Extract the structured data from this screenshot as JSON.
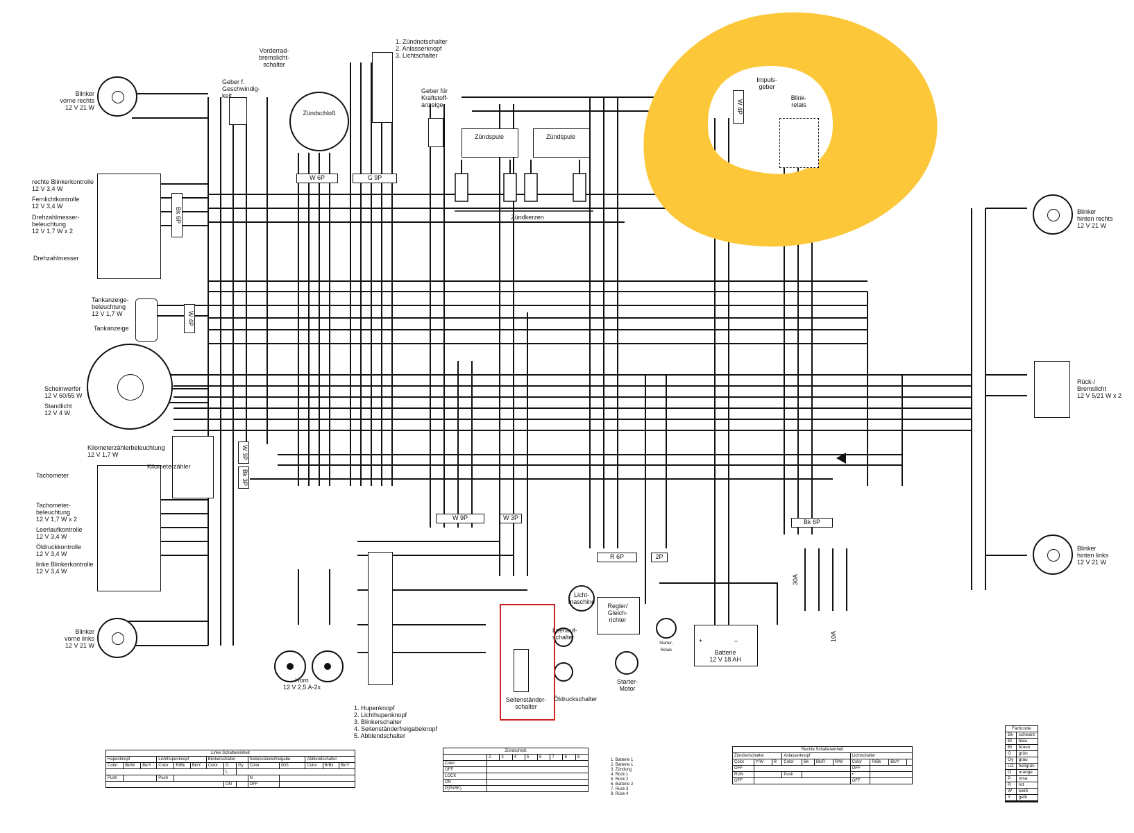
{
  "connectors": {
    "w6p": "W 6P",
    "g9p": "G 9P",
    "w9p": "W 9P",
    "w3p": "W 3P",
    "r6p": "R 6P",
    "p2": "2P",
    "bk6p": "Bk 6P",
    "w4p": "W 4P",
    "bk3p": "Bk 3P"
  },
  "labels": {
    "blinker_front_right": [
      "Blinker",
      "vorne rechts",
      "12 V 21 W"
    ],
    "right_blinker_indicator": [
      "rechte Blinkerkontrolle",
      "12 V 3,4 W"
    ],
    "high_beam_indicator": [
      "Fernlichtkontrolle",
      "12 V 3,4 W"
    ],
    "tach_lighting": [
      "Drehzahlmesser-",
      "beleuchtung",
      "12 V 1,7 W x 2"
    ],
    "tachometer": "Drehzahlmesser",
    "fuel_gauge_lighting": [
      "Tankanzeige-",
      "beleuchtung",
      "12 V 1,7 W"
    ],
    "fuel_gauge": "Tankanzeige",
    "headlight": [
      "Scheinwerfer",
      "12 V 60/55 W"
    ],
    "position_light": [
      "Standlicht",
      "12 V 4 W"
    ],
    "odometer_lighting": [
      "Kilometerzählerbeleuchtung",
      "12 V 1,7 W"
    ],
    "odometer": "Kilometerzähler",
    "speedometer": "Tachometer",
    "speedo_lighting": [
      "Tachometer-",
      "beleuchtung",
      "12 V 1,7 W x 2"
    ],
    "neutral_indicator": [
      "Leerlaufkontrolle",
      "12 V 3,4 W"
    ],
    "oil_indicator": [
      "Öldruckkontrolle",
      "12 V 3,4 W"
    ],
    "left_blinker_indicator": [
      "linke Blinkerkontrolle",
      "12 V 3,4 W"
    ],
    "blinker_front_left": [
      "Blinker",
      "vorne links",
      "12 V 21 W"
    ],
    "speed_sensor": [
      "Geber f.",
      "Geschwindig-",
      "keit"
    ],
    "front_brake_switch": [
      "Vorderrad-",
      "bremslicht-",
      "schalter"
    ],
    "ignition_switch": "Zündschloß",
    "right_switch_legend": [
      "1. Zündnotschalter",
      "2. Anlasserknopf",
      "3. Lichtschalter"
    ],
    "fuel_sender": [
      "Geber für",
      "Kraftstoff-",
      "anzeige"
    ],
    "ignition_coil": "Zündspule",
    "spark_plugs": "Zündkerzen",
    "pulse_generator": [
      "Impuls-",
      "geber"
    ],
    "blinker_relay": [
      "Blink-",
      "relais"
    ],
    "blinker_rear_right": [
      "Blinker",
      "hinten rechts",
      "12 V 21 W"
    ],
    "tail_brake_light": [
      "Rück-/",
      "Bremslicht",
      "12 V 5/21 W x 2"
    ],
    "blinker_rear_left": [
      "Blinker",
      "hinten links",
      "12 V 21 W"
    ],
    "horn": [
      "Horn",
      "12 V 2,5 A-2x"
    ],
    "left_switch_legend": [
      "1. Hupenknopf",
      "2. Lichthupenknopf",
      "3. Blinkerschalter",
      "4. Seitenständerfreigabeknopf",
      "5. Abblendschalter"
    ],
    "side_stand_switch": [
      "Seitenständer-",
      "schalter"
    ],
    "neutral_switch": [
      "Leerlauf-",
      "schalter"
    ],
    "oil_pressure_switch": "Öldruckschalter",
    "alternator": [
      "Licht-",
      "maschine"
    ],
    "regulator": [
      "Regler/",
      "Gleich-",
      "richter"
    ],
    "starter_motor": [
      "Starter-",
      "Motor"
    ],
    "starter_relay": [
      "Starter-",
      "Relais"
    ],
    "battery": [
      "Batterie",
      "12 V 18 AH"
    ],
    "battery_plus": "+",
    "battery_minus": "–",
    "fuse_30a": "30A",
    "fuse_10a": "10A"
  },
  "tables": {
    "left": {
      "title": "Linke Schaltereinheit",
      "groups": [
        "Hupenknopf",
        "Lichthupenknopf",
        "Blinkerschalter",
        "Seitenständerfreigabe",
        "Abblendschalter"
      ],
      "color": "Color",
      "c": [
        "Bk/W",
        "Bk/Y",
        "R/Bk",
        "Bk/Y",
        "G",
        "Gy",
        "G/G",
        "R/Bk",
        "Bk/Y"
      ],
      "r": [
        "L",
        "N",
        "ON",
        "OFF"
      ],
      "push": "Push"
    },
    "ignition": {
      "title": "Zündschloß",
      "cols": [
        "2",
        "3",
        "4",
        "5",
        "6",
        "7",
        "8",
        "8"
      ],
      "rows": [
        "Color",
        "OFF",
        "LOCK",
        "ON",
        "P(PARK)"
      ],
      "legend": [
        "1. Batterie 1",
        "2. Batterie 1",
        "3. Zündung",
        "4. Rück 1",
        "5. Rück 2",
        "6. Batterie 2",
        "7. Rück 3",
        "8. Rück 4"
      ]
    },
    "right": {
      "title": "Rechte Schaltereinheit",
      "groups": [
        "Zündnotschalter",
        "Anlasserknopf",
        "Lichtschalter"
      ],
      "color": "Color",
      "c": [
        "Y/W",
        "R",
        "Bk",
        "Bk/R",
        "R/W",
        "R/Bk",
        "Bk/Y"
      ],
      "rows": [
        "OFF",
        "RUN",
        "OFF"
      ],
      "push": "Push",
      "sym": [
        "•",
        "OFF"
      ]
    }
  },
  "color_code": {
    "title": "Farbcode",
    "rows": [
      {
        "code": "Bk",
        "name": "schwarz"
      },
      {
        "code": "Bl",
        "name": "blau"
      },
      {
        "code": "Br",
        "name": "braun"
      },
      {
        "code": "G",
        "name": "grün"
      },
      {
        "code": "Gy",
        "name": "grau"
      },
      {
        "code": "LG",
        "name": "hellgrün"
      },
      {
        "code": "O",
        "name": "orange"
      },
      {
        "code": "P",
        "name": "rosa"
      },
      {
        "code": "R",
        "name": "rot"
      },
      {
        "code": "W",
        "name": "weiß"
      },
      {
        "code": "Y",
        "name": "gelb"
      },
      {
        "code": "",
        "name": ""
      },
      {
        "code": "",
        "name": ""
      }
    ]
  },
  "colors": {
    "highlight_yellow": "#fcc83a",
    "highlight_red": "#d02020",
    "line": "#111111"
  }
}
